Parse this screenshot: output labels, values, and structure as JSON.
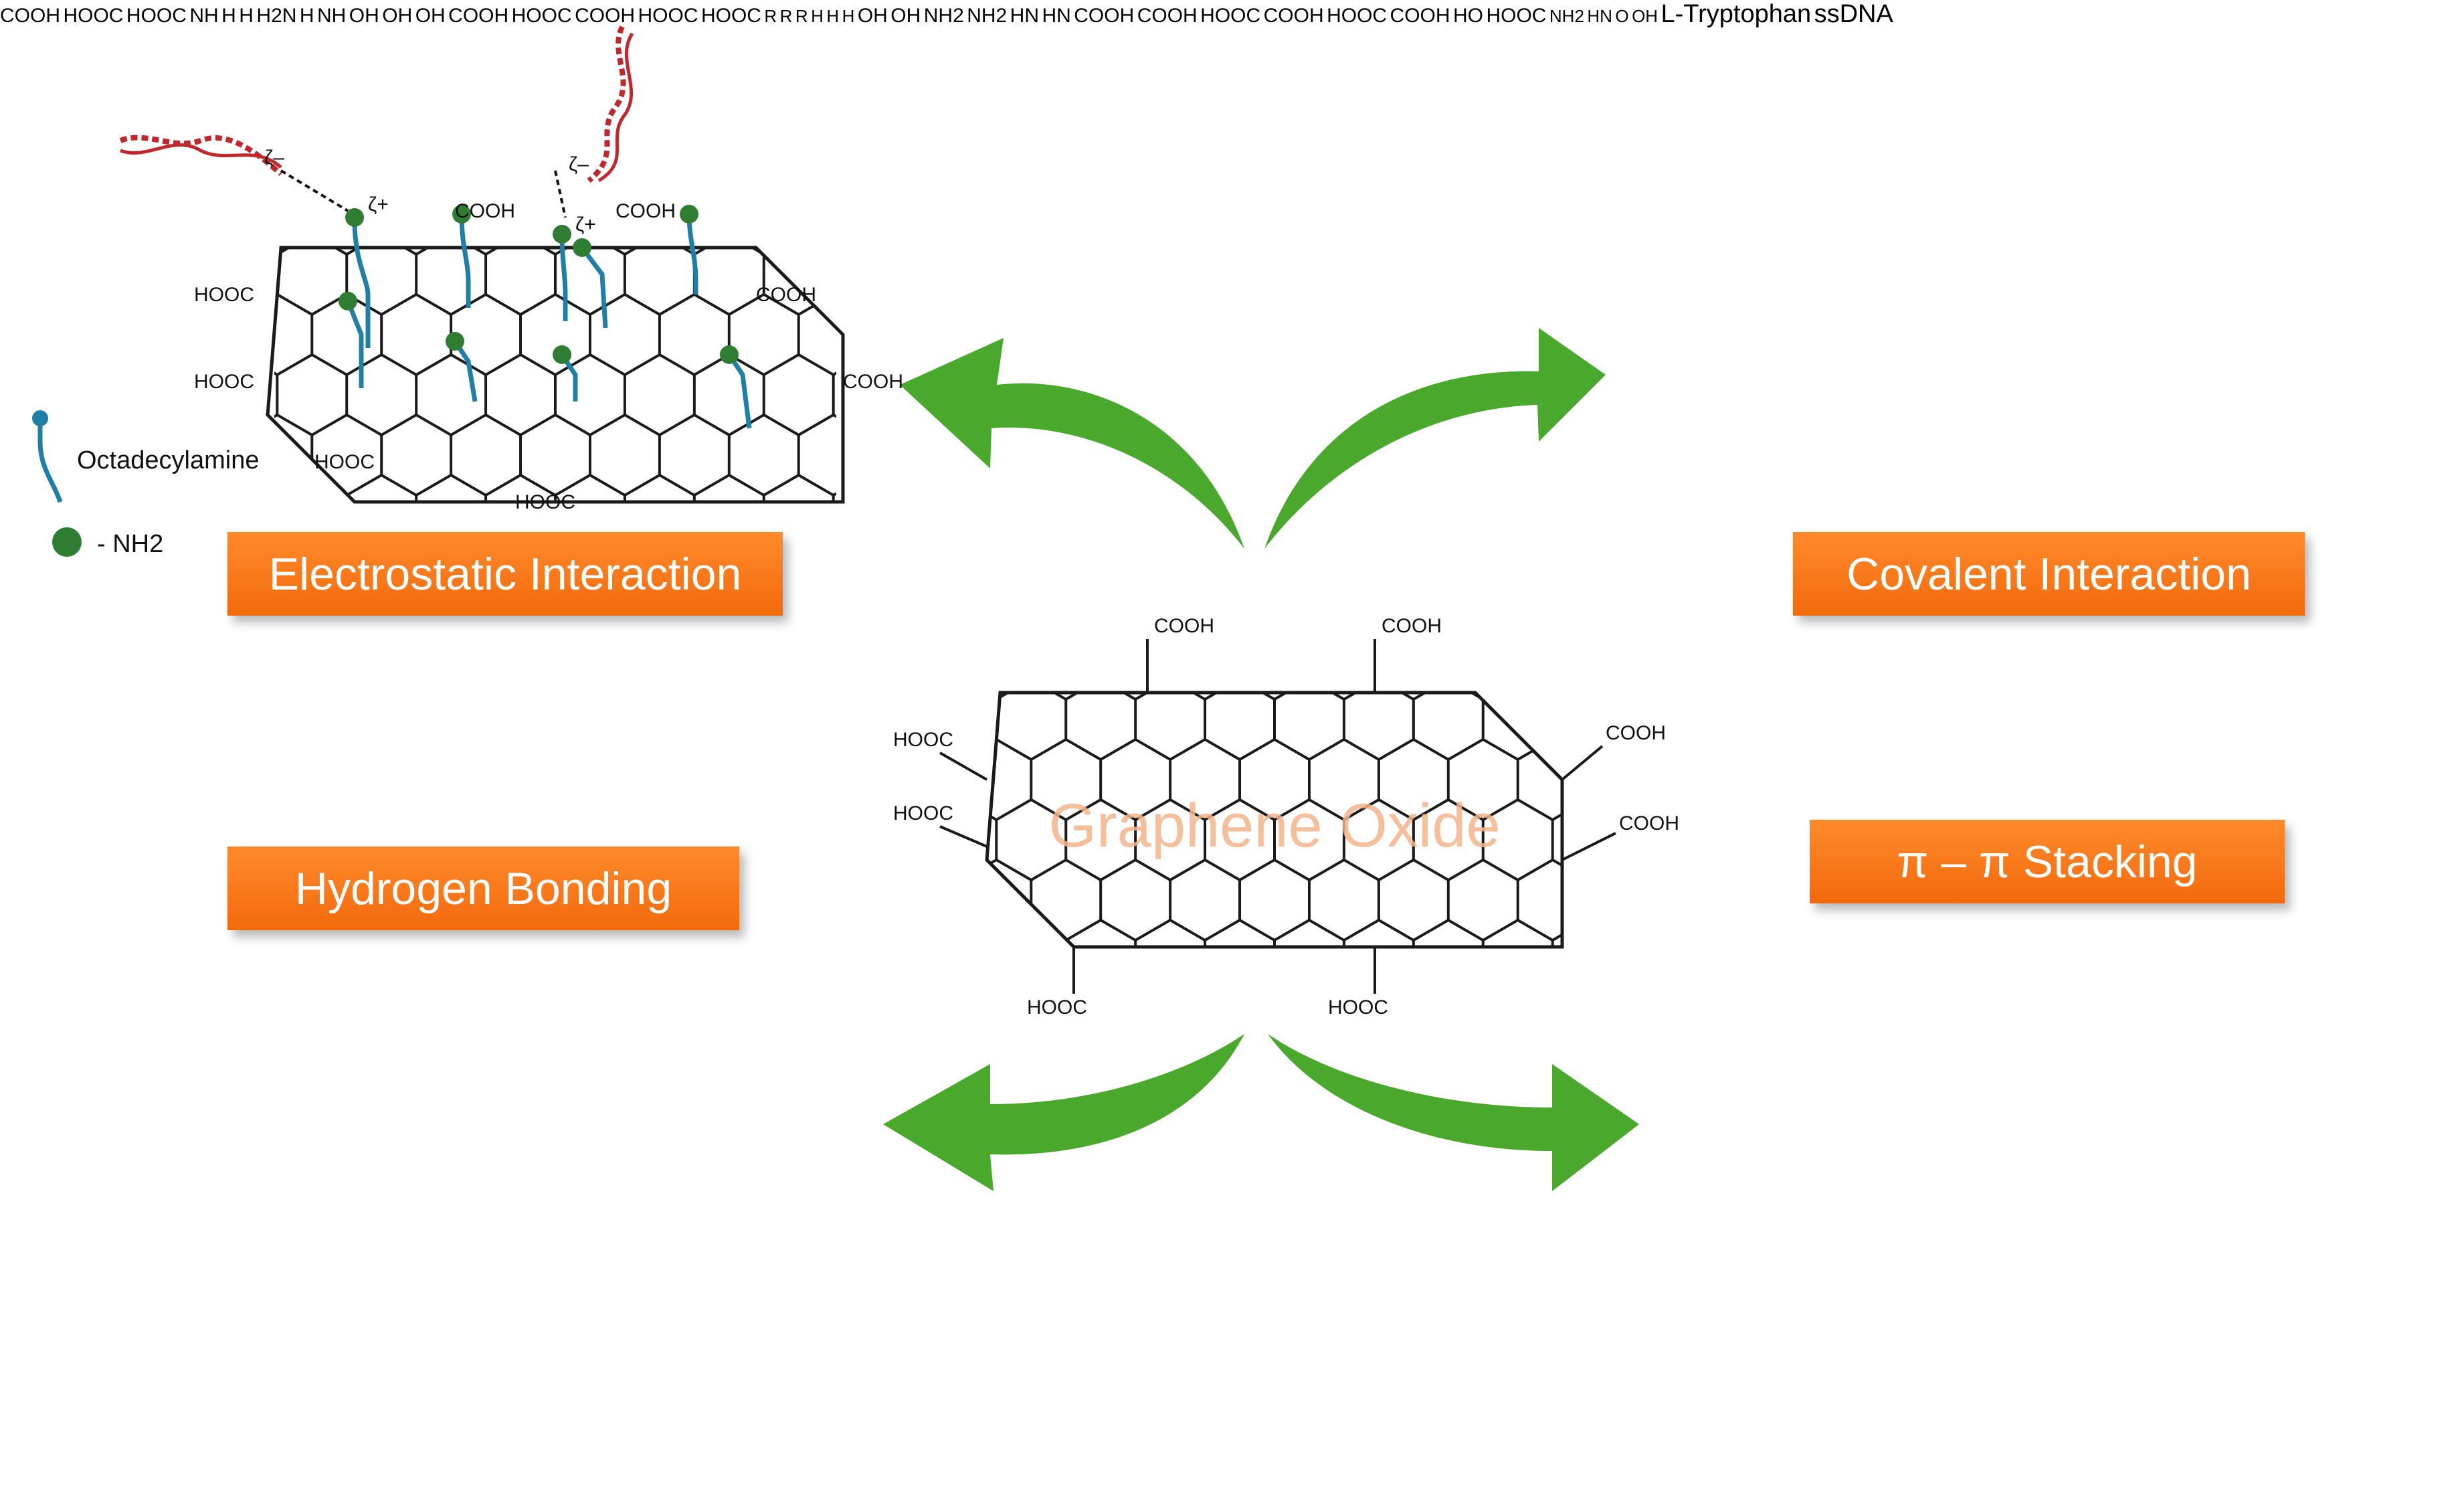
{
  "center": {
    "title": "Graphene Oxide"
  },
  "labels": {
    "electrostatic": "Electrostatic Interaction",
    "covalent": "Covalent Interaction",
    "hydrogen": "Hydrogen Bonding",
    "pistack": "π – π Stacking"
  },
  "groups": {
    "cooh": "COOH",
    "hooc": "HOOC",
    "oh": "OH",
    "ho": "HO",
    "o": "O",
    "h2n": "H2N",
    "nh": "NH",
    "h": "H",
    "r": "R",
    "nh2": "NH2",
    "hn": "HN",
    "zeta_minus": "ζ–",
    "zeta_plus": "ζ+"
  },
  "legends": {
    "octadecylamine": "Octadecylamine",
    "nh2_label": "- NH2",
    "tryptophan": "L-Tryptophan",
    "ssdna": "ssDNA"
  },
  "colors": {
    "arrow": "#4aa82c",
    "label_bg": "#f47a1e",
    "dna_red": "#c0282d",
    "amine_teal": "#1f7fa6",
    "amine_green": "#2e7d32",
    "hbond_blue": "#2f7fd6",
    "ssdna_orange": "#f0931c"
  },
  "icons": [
    "arrow-up-left-icon",
    "arrow-up-right-icon",
    "arrow-down-left-icon",
    "arrow-down-right-icon"
  ]
}
